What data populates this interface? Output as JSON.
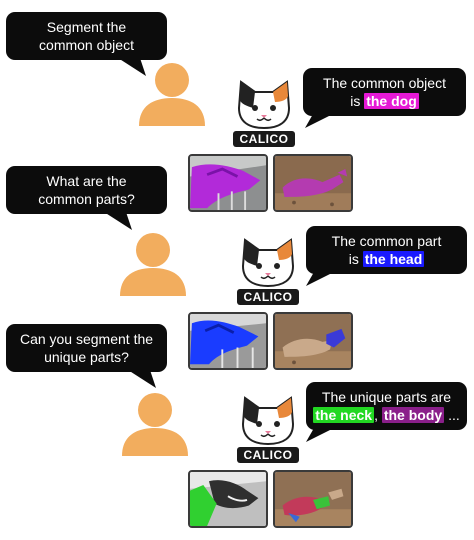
{
  "calico_label": "CALICO",
  "rows": [
    {
      "user_text": [
        "Segment the",
        "common object"
      ],
      "cat_text_line1": "The common object",
      "cat_text_prefix": "is ",
      "highlights": [
        {
          "text": "the dog",
          "color": "#e619d6"
        }
      ],
      "suffix": ""
    },
    {
      "user_text": [
        "What are the",
        "common parts?"
      ],
      "cat_text_line1": "The common part",
      "cat_text_prefix": "is ",
      "highlights": [
        {
          "text": "the head",
          "color": "#1a1aff"
        }
      ],
      "suffix": ""
    },
    {
      "user_text": [
        "Can you segment the",
        "unique parts?"
      ],
      "cat_text_line1": "The unique parts are",
      "cat_text_prefix": "",
      "highlights": [
        {
          "text": "the neck",
          "color": "#22d822"
        },
        {
          "text": "the body",
          "color": "#8a1f8a"
        }
      ],
      "separator": ", ",
      "suffix": " ..."
    }
  ],
  "colors": {
    "bubble": "#0c0c0c",
    "avatar": "#f2ad5e",
    "label_bg": "#1a1a1a"
  }
}
